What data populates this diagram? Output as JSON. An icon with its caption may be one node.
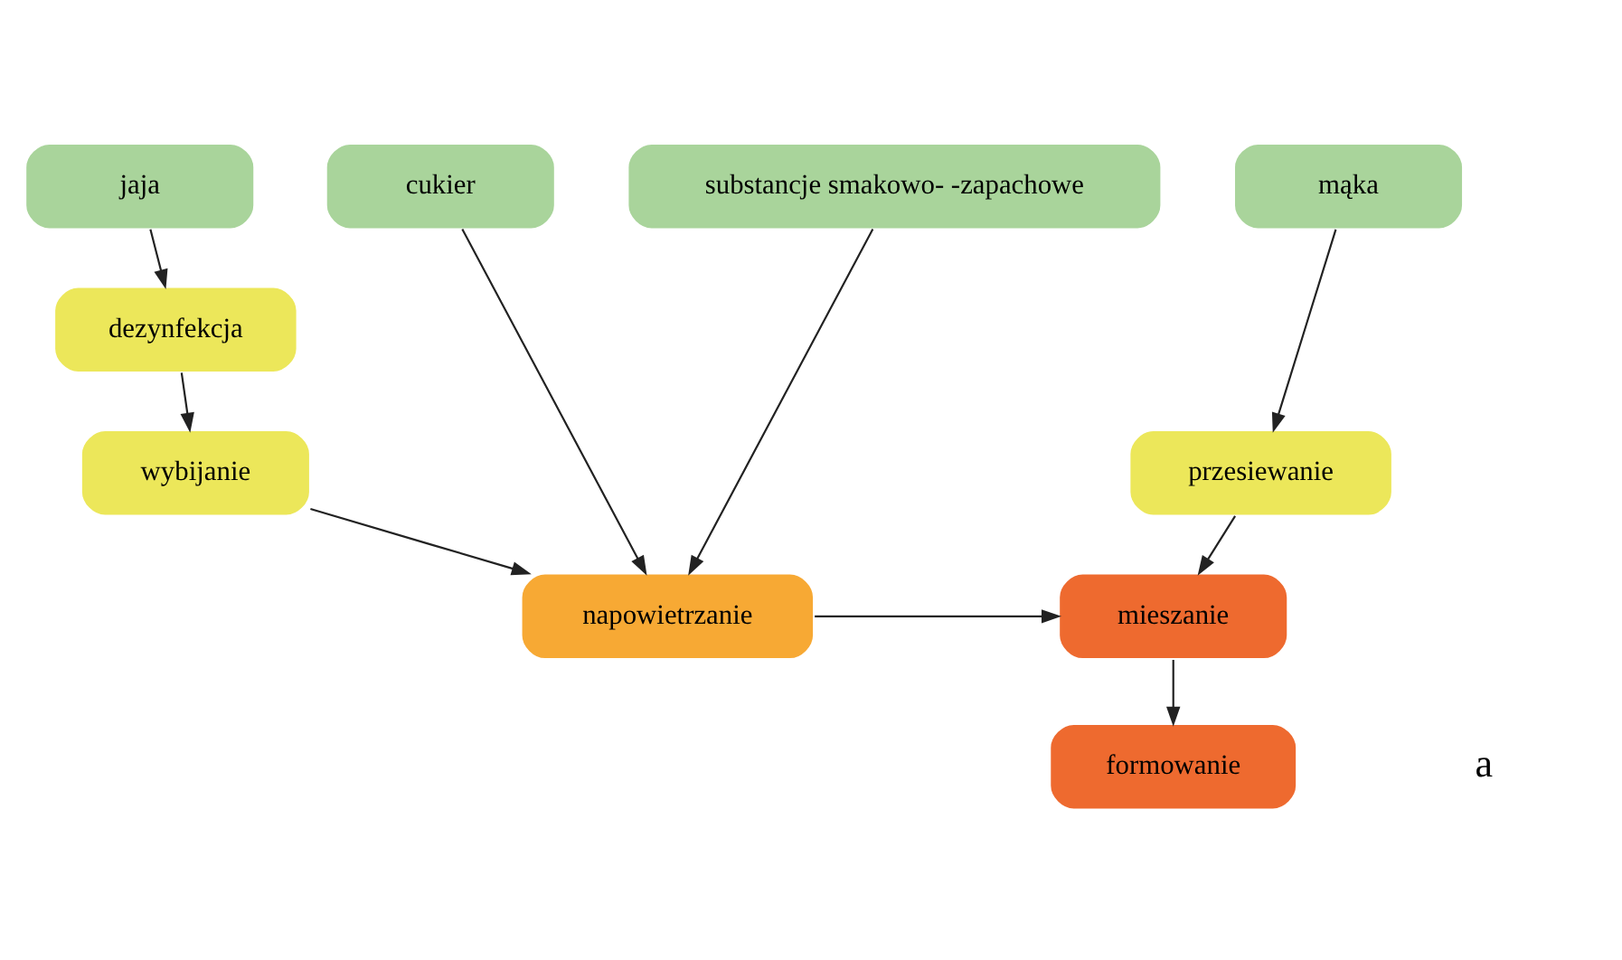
{
  "diagram": {
    "nodes": [
      {
        "text": [
          "jaja"
        ]
      },
      {
        "text": [
          "cukier"
        ]
      },
      {
        "text": [
          "substancje smakowo- -zapachowe"
        ]
      },
      {
        "text": [
          "mąka"
        ]
      },
      {
        "text": [
          "dezynfekcja"
        ]
      },
      {
        "text": [
          "wybijanie"
        ]
      },
      {
        "text": [
          "napowietrzanie"
        ]
      },
      {
        "text": [
          "przesiewanie"
        ]
      },
      {
        "text": [
          "mieszanie"
        ]
      },
      {
        "text": [
          "formowanie"
        ]
      }
    ],
    "edges": [
      {
        "from": 0,
        "to": 4,
        "arrow": "to"
      },
      {
        "from": 4,
        "to": 5,
        "arrow": "to"
      },
      {
        "from": 5,
        "to": 6,
        "arrow": "to"
      },
      {
        "from": 1,
        "to": 6,
        "arrow": "to"
      },
      {
        "from": 2,
        "to": 6,
        "arrow": "to"
      },
      {
        "from": 3,
        "to": 7,
        "arrow": "to"
      },
      {
        "from": 7,
        "to": 8,
        "arrow": "to"
      },
      {
        "from": 6,
        "to": 8,
        "arrow": "to"
      },
      {
        "from": 8,
        "to": 9,
        "arrow": "to"
      }
    ],
    "labels": [
      "a"
    ]
  }
}
